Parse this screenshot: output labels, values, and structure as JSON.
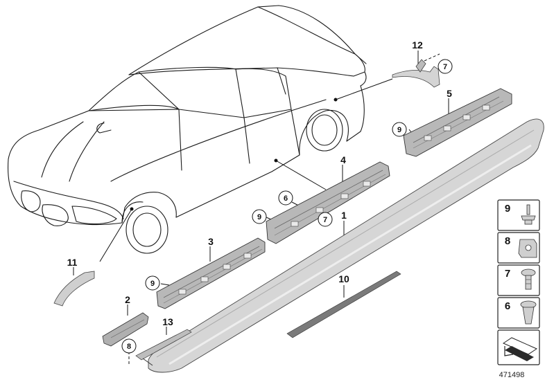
{
  "callouts": {
    "c1": "1",
    "c2": "2",
    "c3": "3",
    "c4": "4",
    "c5": "5",
    "c6": "6",
    "c7a": "7",
    "c7b": "7",
    "c8": "8",
    "c9a": "9",
    "c9b": "9",
    "c9c": "9",
    "c10": "10",
    "c11": "11",
    "c12": "12",
    "c13": "13"
  },
  "legend": [
    "9",
    "8",
    "7",
    "6"
  ],
  "diagram_id": "471498"
}
